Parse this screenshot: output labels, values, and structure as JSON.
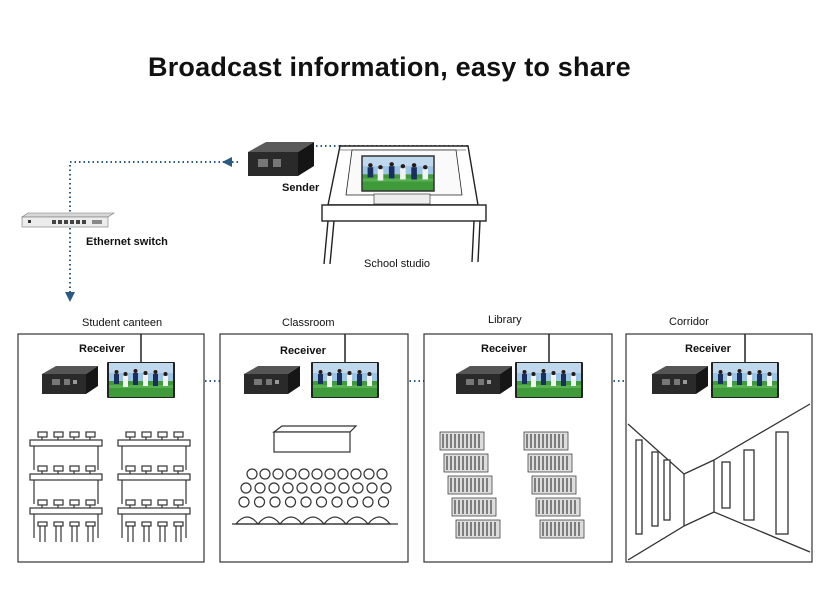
{
  "title": "Broadcast information, easy to share",
  "source": {
    "sender_label": "Sender",
    "switch_label": "Ethernet switch",
    "studio_label": "School studio"
  },
  "zones": [
    {
      "name": "Student canteen",
      "receiver_label": "Receiver",
      "scene": "canteen-tables"
    },
    {
      "name": "Classroom",
      "receiver_label": "Receiver",
      "scene": "classroom-seats"
    },
    {
      "name": "Library",
      "receiver_label": "Receiver",
      "scene": "library-bookshelves"
    },
    {
      "name": "Corridor",
      "receiver_label": "Receiver",
      "scene": "corridor-doors"
    }
  ],
  "colors": {
    "link_dotted": "#2c5a85",
    "outline": "#222222",
    "device_body": "#2a2a2a",
    "grass": "#3f9a3a",
    "sky": "#9cc4e4"
  },
  "icons": [
    "sender-device-icon",
    "ethernet-switch-icon",
    "studio-desk-icon",
    "receiver-device-icon",
    "tv-screen-icon"
  ]
}
